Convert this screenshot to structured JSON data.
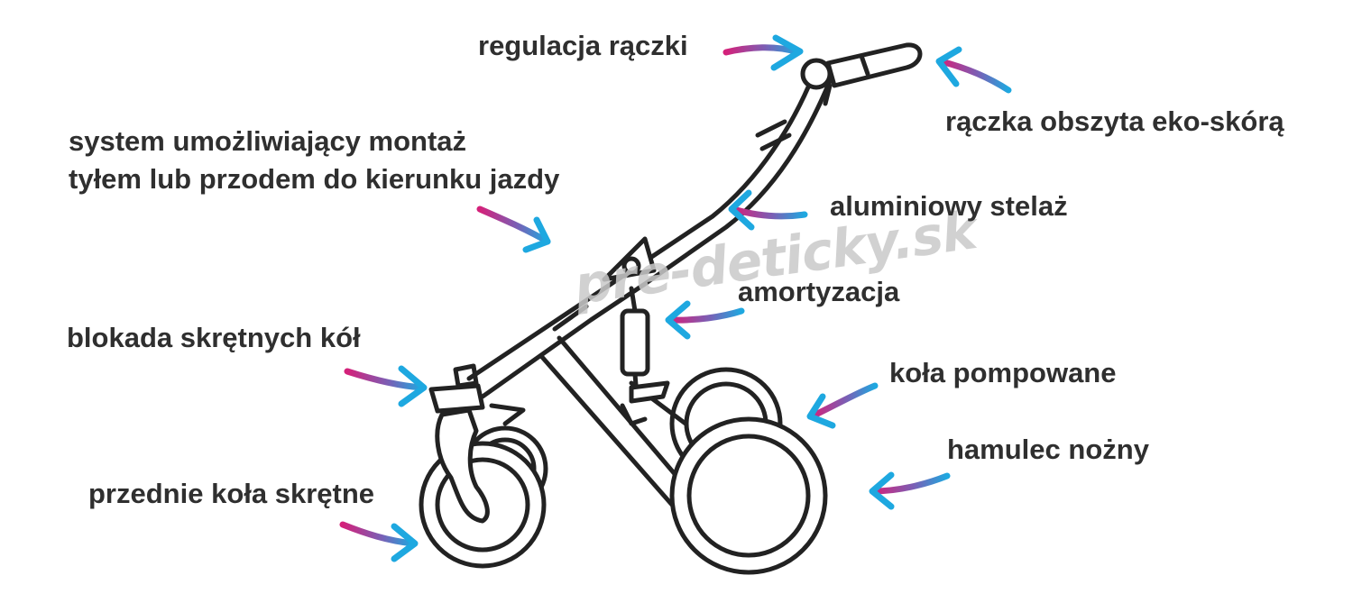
{
  "labels": {
    "handle_adjust": "regulacja rączki",
    "handle_leather": "rączka obszyta eko-skórą",
    "mount_system_1": "system umożliwiający montaż",
    "mount_system_2": "tyłem lub przodem do kierunku jazdy",
    "aluminium_frame": "aluminiowy stelaż",
    "suspension": "amortyzacja",
    "swivel_lock": "blokada skrętnych kół",
    "air_wheels": "koła pompowane",
    "foot_brake": "hamulec nożny",
    "front_swivel_wheels": "przednie koła skrętne"
  },
  "watermark": "pre-deticky.sk",
  "colors": {
    "arrow_start": "#d4217a",
    "arrow_end": "#1ea8e0",
    "text": "#2f2f2f",
    "line": "#222222"
  }
}
